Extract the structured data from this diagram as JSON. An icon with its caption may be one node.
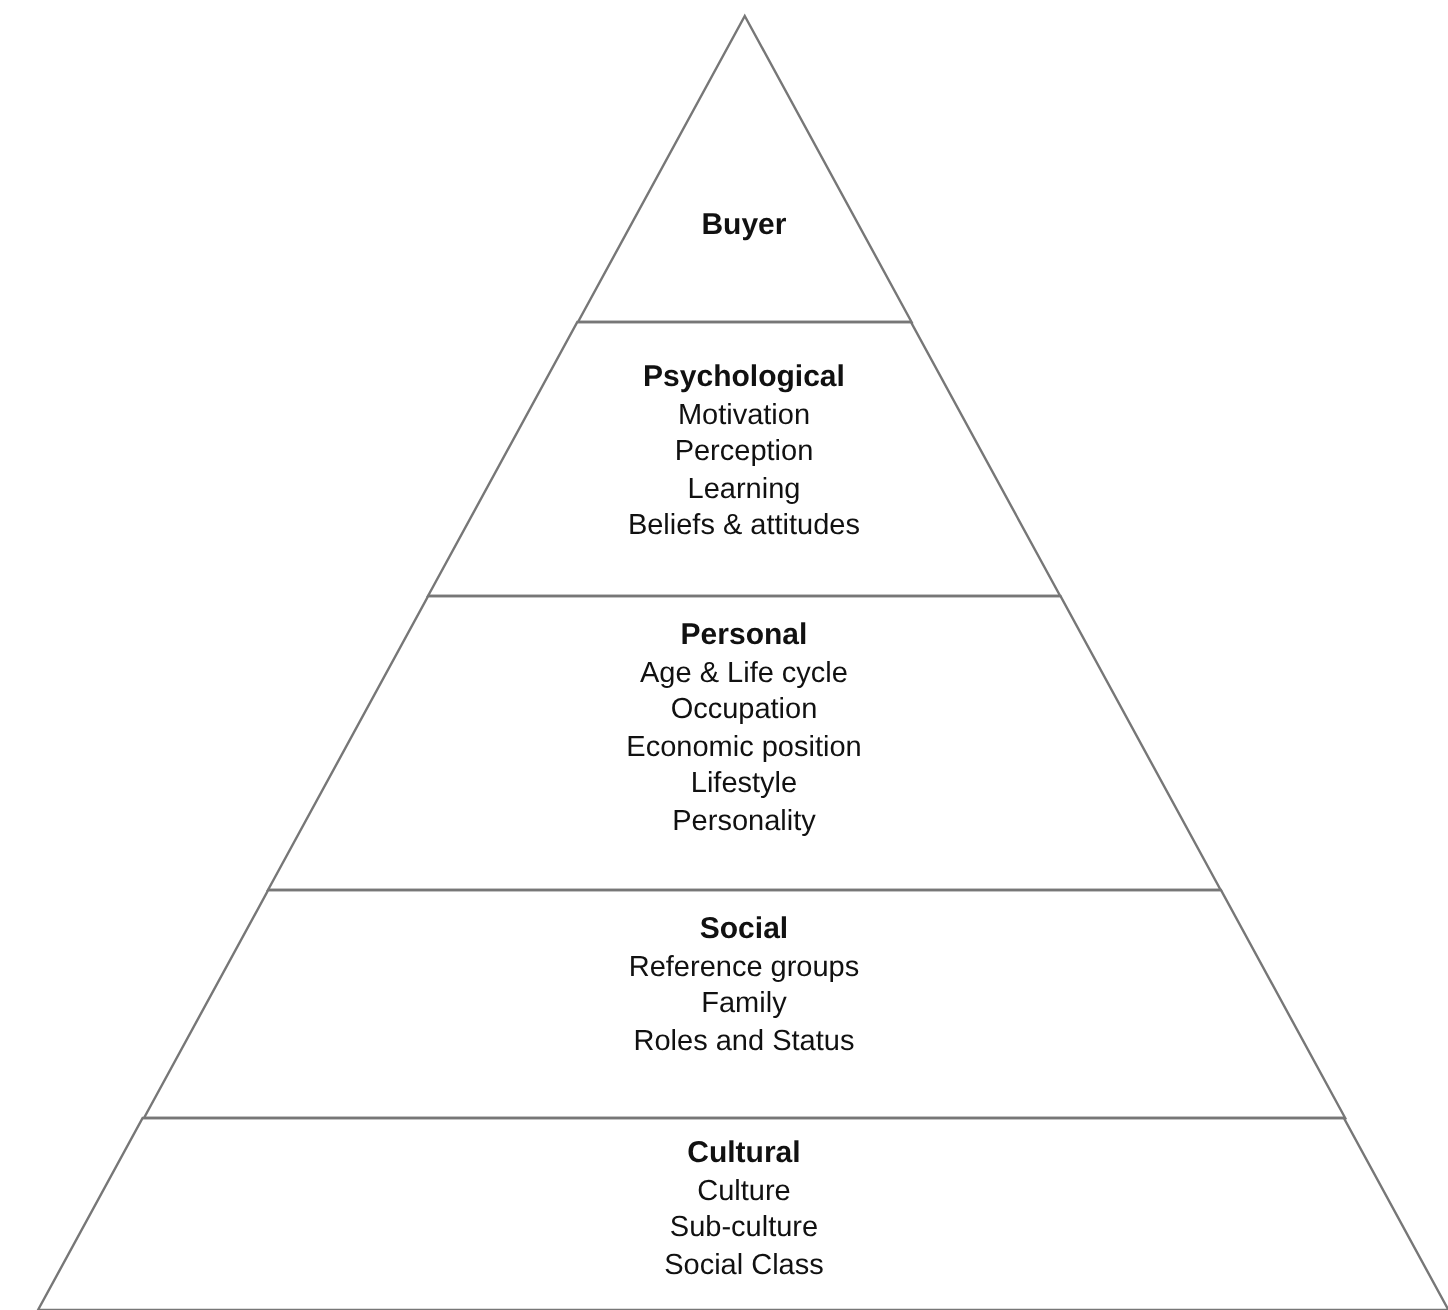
{
  "diagram": {
    "nodes": [
      {
        "text": [
          "Buyer"
        ]
      },
      {
        "text": [
          "Psychological",
          "Motivation",
          "Perception",
          "Learning",
          "Beliefs & attitudes"
        ]
      },
      {
        "text": [
          "Personal",
          "Age & Life cycle",
          "Occupation",
          "Economic position",
          "Lifestyle",
          "Personality"
        ]
      },
      {
        "text": [
          "Social",
          "Reference groups",
          "Family",
          "Roles and Status"
        ]
      },
      {
        "text": [
          "Cultural",
          "Culture",
          "Sub-culture",
          "Social Class"
        ]
      }
    ]
  }
}
